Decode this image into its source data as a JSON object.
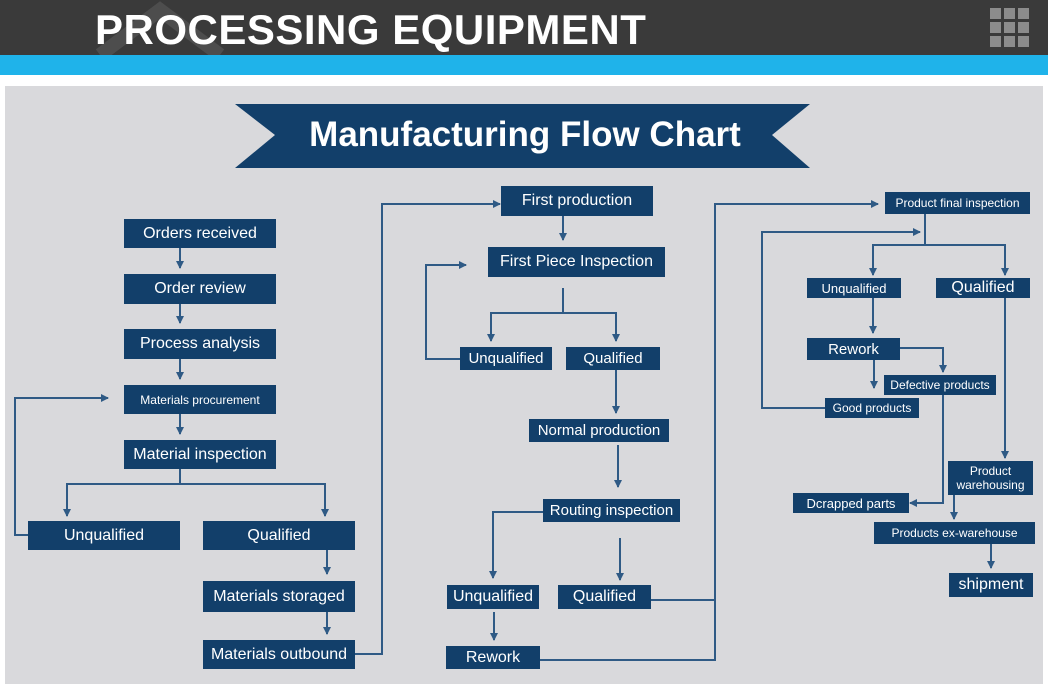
{
  "header": {
    "title": "PROCESSING EQUIPMENT"
  },
  "icons": {
    "grid": "grid-icon"
  },
  "colors": {
    "header_bg": "#3a3a3a",
    "accent": "#1fb3ea",
    "box_bg": "#123f6a",
    "canvas_bg": "#d9d9dc",
    "connector": "#2f5a85"
  },
  "chart": {
    "title": "Manufacturing Flow Chart",
    "col1": {
      "orders_received": "Orders received",
      "order_review": "Order review",
      "process_analysis": "Process analysis",
      "materials_procurement": "Materials procurement",
      "material_inspection": "Material inspection",
      "unqualified": "Unqualified",
      "qualified": "Qualified",
      "materials_storaged": "Materials storaged",
      "materials_outbound": "Materials outbound"
    },
    "col2": {
      "first_production": "First production",
      "first_piece_inspection": "First Piece Inspection",
      "unqualified": "Unqualified",
      "qualified": "Qualified",
      "normal_production": "Normal production",
      "routing_inspection": "Routing inspection",
      "unqualified_2": "Unqualified",
      "qualified_2": "Qualified",
      "rework": "Rework"
    },
    "col3": {
      "product_final_inspection": "Product final inspection",
      "unqualified": "Unqualified",
      "qualified": "Qualified",
      "rework": "Rework",
      "defective_products": "Defective products",
      "good_products": "Good products",
      "product_warehousing": "Product warehousing",
      "scrapped_parts": "Dcrapped parts",
      "products_ex_warehouse": "Products ex-warehouse",
      "shipment": "shipment"
    }
  }
}
